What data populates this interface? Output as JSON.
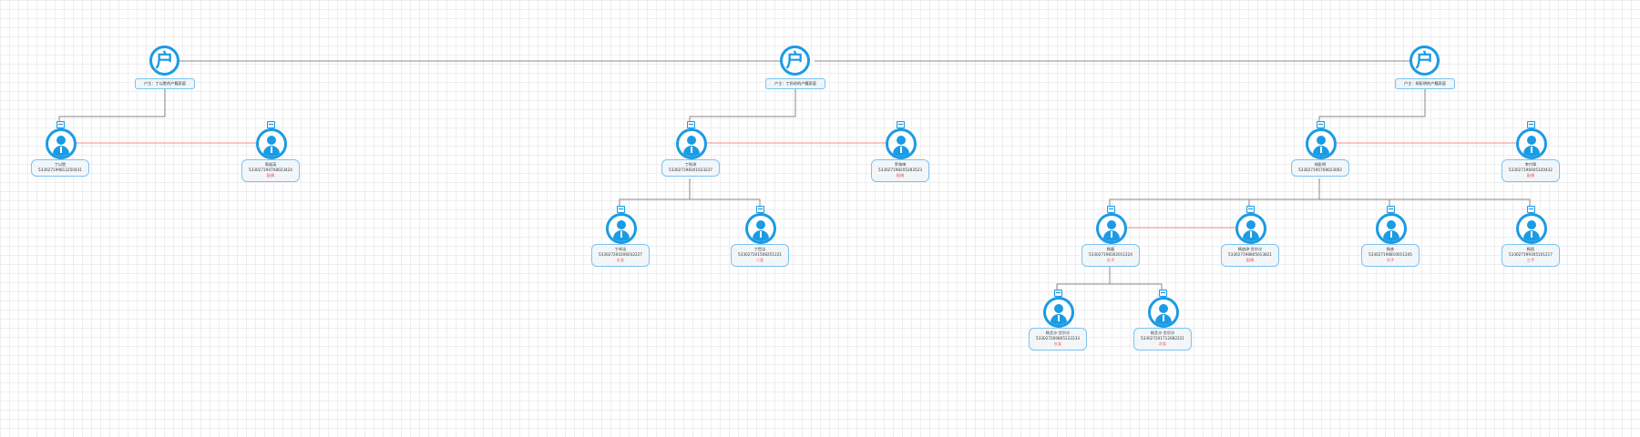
{
  "households": [
    {
      "id": "h1",
      "icon_glyph": "户",
      "label": "户主：丁以胜的户籍家庭"
    },
    {
      "id": "h2",
      "icon_glyph": "户",
      "label": "户主：丁秋琼的户籍家庭"
    },
    {
      "id": "h3",
      "icon_glyph": "户",
      "label": "户主：胡彩明的户籍家庭"
    }
  ],
  "persons": [
    {
      "id": "p1",
      "name": "丁以胜",
      "idno": "533027199812250431",
      "relation": ""
    },
    {
      "id": "p2",
      "name": "周淑英",
      "idno": "533027194708023424",
      "relation": "配偶"
    },
    {
      "id": "p3",
      "name": "丁秋琼",
      "idno": "533027198301023237",
      "relation": ""
    },
    {
      "id": "p4",
      "name": "罗海梅",
      "idno": "533027198205283523",
      "relation": "配偶"
    },
    {
      "id": "p5",
      "name": "丁卓洁",
      "idno": "533027200206032227",
      "relation": "长女"
    },
    {
      "id": "p6",
      "name": "丁世洁",
      "idno": "533027201508251221",
      "relation": "二女"
    },
    {
      "id": "p7",
      "name": "胡彩明",
      "idno": "533027195708023002",
      "relation": ""
    },
    {
      "id": "p8",
      "name": "李付翠",
      "idno": "533027196005320432",
      "relation": "配偶"
    },
    {
      "id": "p9",
      "name": "杨磊",
      "idno": "533027198302011224",
      "relation": "长子"
    },
    {
      "id": "p10",
      "name": "杨加琼·艾尔沙",
      "idno": "533027198805013821",
      "relation": "配偶"
    },
    {
      "id": "p11",
      "name": "杨彦",
      "idno": "533027198810011245",
      "relation": "次子"
    },
    {
      "id": "p12",
      "name": "杨凯",
      "idno": "533027199305101217",
      "relation": "三子"
    },
    {
      "id": "p13",
      "name": "杨艾沙·艾尔沙",
      "idno": "533027200805122233",
      "relation": "长女"
    },
    {
      "id": "p14",
      "name": "杨艾沙·艾尔沙",
      "idno": "533027201712082221",
      "relation": "次女"
    }
  ],
  "colors": {
    "accent": "#1b9be4",
    "relation_text": "#f05050",
    "spouse_link": "#f28c8c",
    "tree_link": "#888888"
  }
}
